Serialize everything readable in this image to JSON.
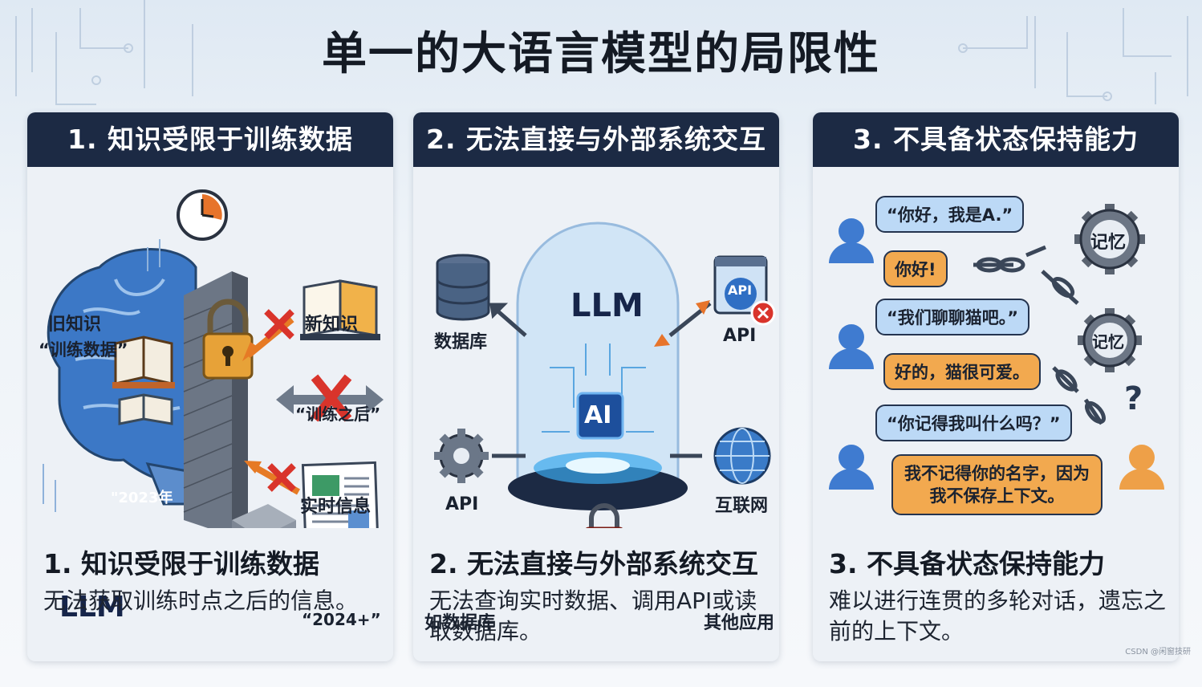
{
  "title": "单一的大语言模型的局限性",
  "panels": [
    {
      "header": "1. 知识受限于训练数据",
      "heading": "1. 知识受限于训练数据",
      "description": "无法获取训练时点之后的信息。",
      "labels": {
        "old_knowledge": "旧知识",
        "training_data": "“训练数据”",
        "new_knowledge": "新知识",
        "after_training": "“训练之后”",
        "realtime": "实时信息",
        "year_old": "\"2023年",
        "year_new": "“2024+”",
        "llm": "LLM"
      }
    },
    {
      "header": "2. 无法直接与外部系统交互",
      "heading": "2. 无法直接与外部系统交互",
      "description": "无法查询实时数据、调用API或读取数据库。",
      "labels": {
        "llm": "LLM",
        "ai": "AI",
        "database": "数据库",
        "api_left": "API",
        "db2": "如数据库",
        "api_right": "API",
        "api_window": "API",
        "internet": "互联网",
        "other_apps": "其他应用"
      }
    },
    {
      "header": "3. 不具备状态保持能力",
      "heading": "3. 不具备状态保持能力",
      "description": "难以进行连贯的多轮对话，遗忘之前的上下文。",
      "chat": [
        {
          "text": "“你好，我是A.”",
          "color": "blue"
        },
        {
          "text": "你好!",
          "color": "orange"
        },
        {
          "text": "“我们聊聊猫吧。”",
          "color": "blue"
        },
        {
          "text": "好的，猫很可爱。",
          "color": "orange"
        },
        {
          "text": "“你记得我叫什么吗？”",
          "color": "blue"
        },
        {
          "text": "我不记得你的名字，因为",
          "color": "orange"
        },
        {
          "text": "我不保存上下文。",
          "color": "orange"
        }
      ],
      "memory_label_1": "记忆",
      "memory_label_2": "记忆",
      "question_mark": "?"
    }
  ],
  "watermark": "CSDN @闲窗技研",
  "colors": {
    "header_bg": "#1c2a44",
    "user_blue": "#3f7bd0",
    "bot_orange": "#eea048",
    "warn_red": "#d9342b"
  }
}
